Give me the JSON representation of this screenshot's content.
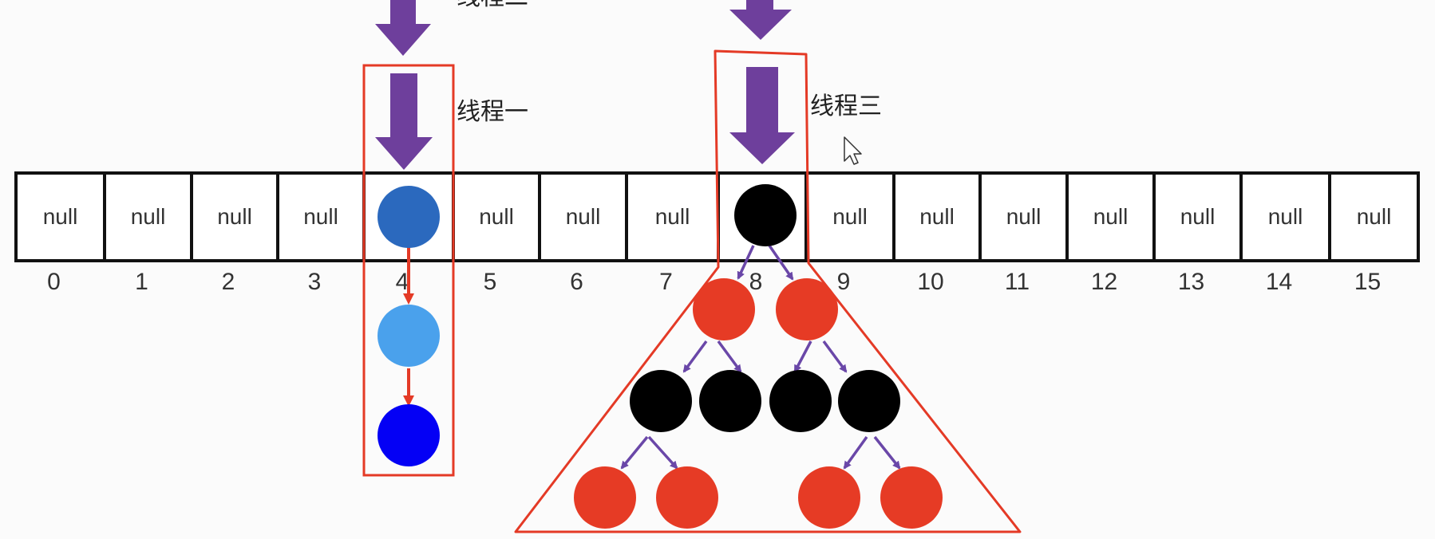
{
  "array": {
    "cells": [
      "null",
      "null",
      "null",
      "null",
      "",
      "null",
      "null",
      "null",
      "",
      "null",
      "null",
      "null",
      "null",
      "null",
      "null",
      "null"
    ],
    "indices": [
      "0",
      "1",
      "2",
      "3",
      "4",
      "5",
      "6",
      "7",
      "8",
      "9",
      "10",
      "11",
      "12",
      "13",
      "14",
      "15"
    ]
  },
  "threads": {
    "thread1_label": "线程一",
    "thread2_label": "线程二",
    "thread3_label": "线程三"
  },
  "colors": {
    "arrow_purple": "#6e3f9c",
    "box_red": "#e43a26",
    "node_red": "#e63b25",
    "node_black": "#000000",
    "list_node_1": "#2b69be",
    "list_node_2": "#4aa1ec",
    "list_node_3": "#0400f5",
    "tree_edge": "#6a47a8",
    "list_edge": "#e43a26"
  },
  "linked_list": {
    "bucket_index": "4",
    "nodes": [
      "dark-blue-node",
      "light-blue-node",
      "blue-node"
    ]
  },
  "tree": {
    "bucket_index": "8",
    "levels": [
      [
        "black"
      ],
      [
        "red",
        "red"
      ],
      [
        "black",
        "black",
        "black",
        "black"
      ],
      [
        "red",
        "red",
        "red",
        "red"
      ]
    ]
  }
}
